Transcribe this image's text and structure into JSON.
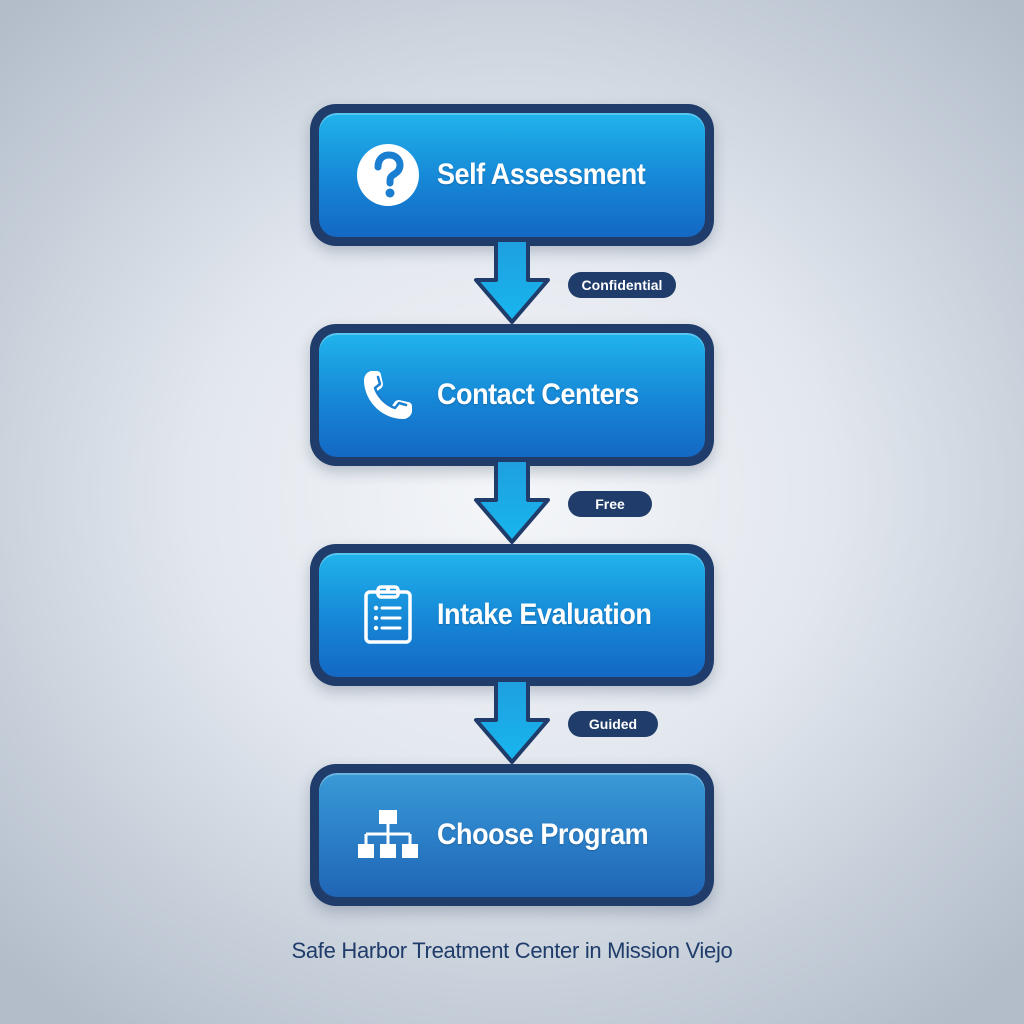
{
  "steps": [
    {
      "label": "Self Assessment",
      "icon": "question-icon"
    },
    {
      "label": "Contact Centers",
      "icon": "phone-icon"
    },
    {
      "label": "Intake Evaluation",
      "icon": "clipboard-icon"
    },
    {
      "label": "Choose Program",
      "icon": "hierarchy-icon"
    }
  ],
  "connectors": [
    {
      "badge": "Confidential"
    },
    {
      "badge": "Free"
    },
    {
      "badge": "Guided"
    }
  ],
  "footer": "Safe Harbor Treatment Center in Mission Viejo",
  "colors": {
    "box_border": "#1f3c6a",
    "box_fill_top": "#20b4ec",
    "box_fill_bottom": "#1468c4",
    "badge_fill": "#1f3c6a",
    "text": "#ffffff",
    "footer_text": "#1f3c6a"
  }
}
